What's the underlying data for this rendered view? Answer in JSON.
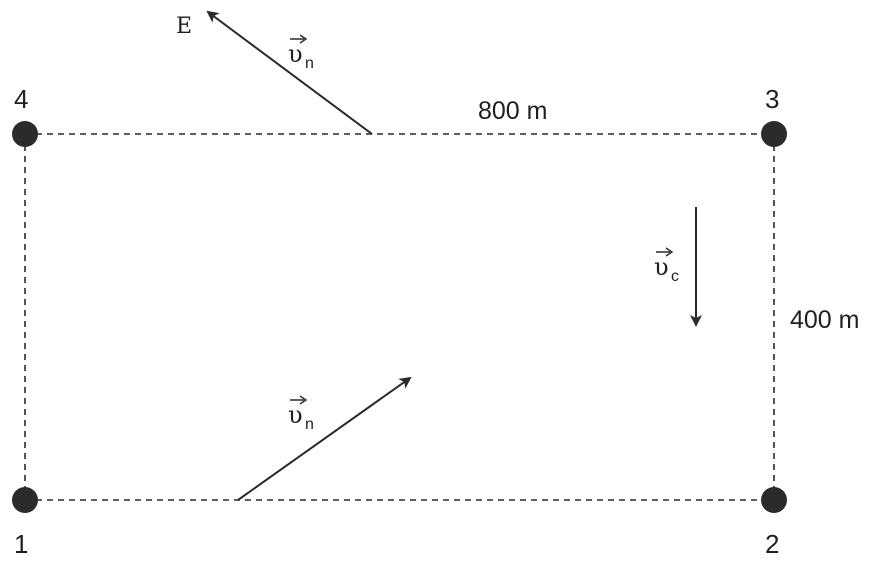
{
  "diagram": {
    "corners": {
      "c1": "1",
      "c2": "2",
      "c3": "3",
      "c4": "4"
    },
    "dimensions": {
      "width": "800 m",
      "height": "400 m"
    },
    "vectors": {
      "top": {
        "symbol": "υ",
        "subscript": "n"
      },
      "bottom": {
        "symbol": "υ",
        "subscript": "n"
      },
      "current": {
        "symbol": "υ",
        "subscript": "c"
      }
    },
    "direction_label": "E",
    "colors": {
      "line": "#2a2a2a",
      "point": "#2b2b2b",
      "text": "#1f1f1f"
    }
  }
}
